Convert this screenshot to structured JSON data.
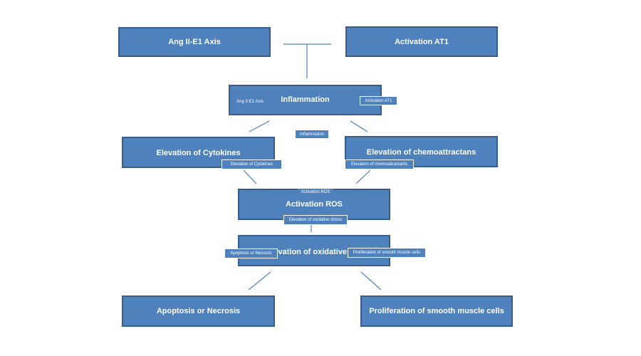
{
  "nodes": {
    "ang_axis": "Ang II-E1 Axis",
    "activation_at1": "Activation AT1",
    "inflammation": "Inflammation",
    "cytokines": "Elevation of Cytokines",
    "chemoattractants": "Elevation of chemoattractans",
    "activation_ros": "Activation ROS",
    "oxidative_stress": "Elevation of oxidative stress",
    "apoptosis": "Apoptosis or Necrosis",
    "proliferation": "Proliferation of smooth muscle cells"
  },
  "tags": {
    "ang_axis": "Ang II-E1 Axis",
    "activation_at1": "Activation AT1",
    "inflammation": "Inflammation",
    "cytokines": "Elevation of Cytokines",
    "chemoattractants": "Elevation of chemoattractants",
    "activation_ros": "Activation ROS",
    "oxidative_stress": "Elevation of oxidative stress",
    "apoptosis": "Apoptosis or Necrosis",
    "proliferation": "Proliferation of smooth muscle cells"
  },
  "colors": {
    "box_fill": "#4f81bd",
    "box_border": "#385d8a",
    "connector": "#4f81bd"
  }
}
